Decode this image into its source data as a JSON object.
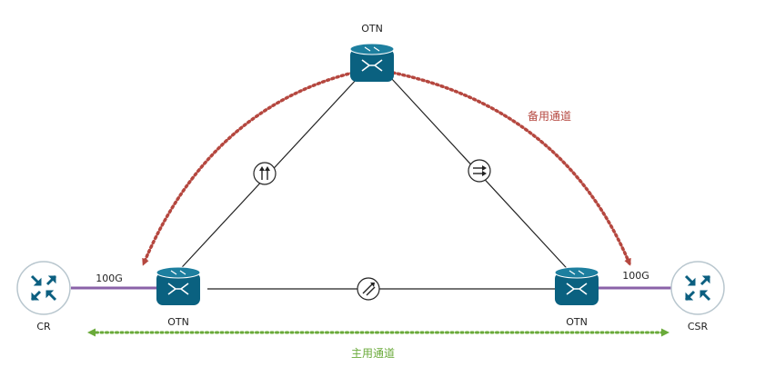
{
  "nodes": {
    "otn_top": {
      "label": "OTN"
    },
    "otn_left": {
      "label": "OTN"
    },
    "otn_right": {
      "label": "OTN"
    },
    "cr": {
      "label": "CR"
    },
    "csr": {
      "label": "CSR"
    }
  },
  "links": {
    "cr_otn_left": {
      "label": "100G"
    },
    "otn_right_csr": {
      "label": "100G"
    }
  },
  "paths": {
    "backup": {
      "label": "备用通道",
      "color": "#b5473f"
    },
    "primary": {
      "label": "主用通道",
      "color": "#6aaa3a"
    }
  },
  "colors": {
    "otn_device": "#0a6180",
    "router_device": "#0b5f80",
    "link_line": "#222222",
    "edge_link": "#8a62a8"
  },
  "icons": {
    "otn_device": "otn-cross-connect-icon",
    "router": "router-arrows-icon",
    "link_left": "double-up-arrow-icon",
    "link_right": "double-right-arrow-icon",
    "link_bottom": "diagonal-arrow-icon"
  }
}
